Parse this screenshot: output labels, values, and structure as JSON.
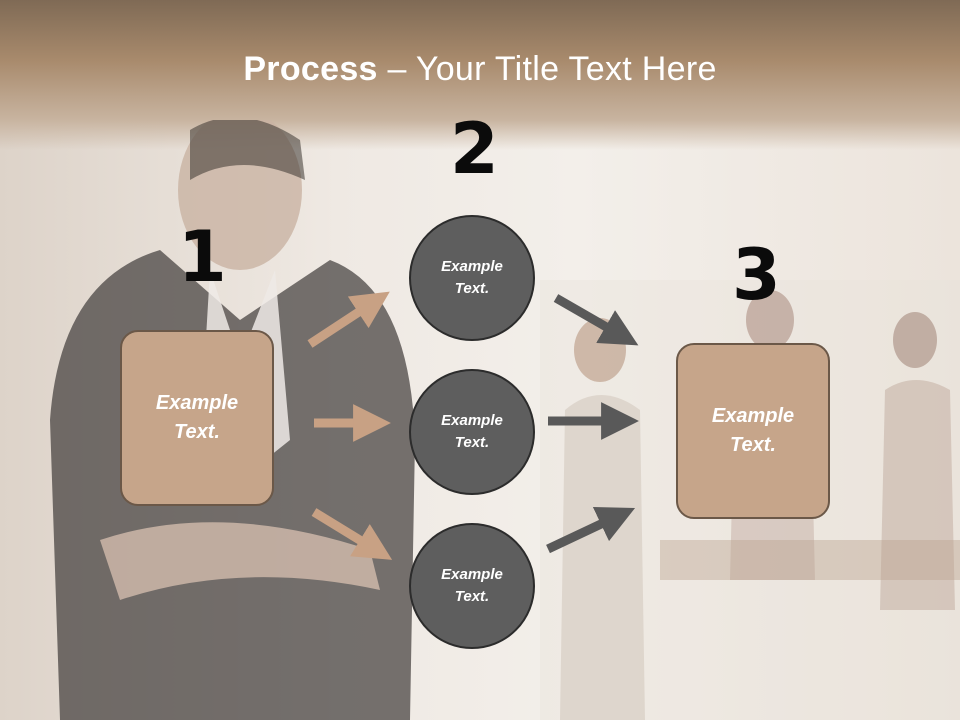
{
  "title": {
    "bold": "Process",
    "rest": " – Your Title Text Here"
  },
  "steps": [
    {
      "number": "1",
      "text": "Example Text."
    },
    {
      "number": "2",
      "text": "Example Text."
    },
    {
      "number": "3",
      "text": "Example Text."
    }
  ],
  "circles": [
    {
      "text": "Example Text."
    },
    {
      "text": "Example Text."
    },
    {
      "text": "Example Text."
    }
  ],
  "colors": {
    "box": "#c6a58a",
    "circle": "#5e5e5e",
    "arrow_left": "#c8a184",
    "arrow_right": "#595959",
    "title": "#ffffff"
  }
}
